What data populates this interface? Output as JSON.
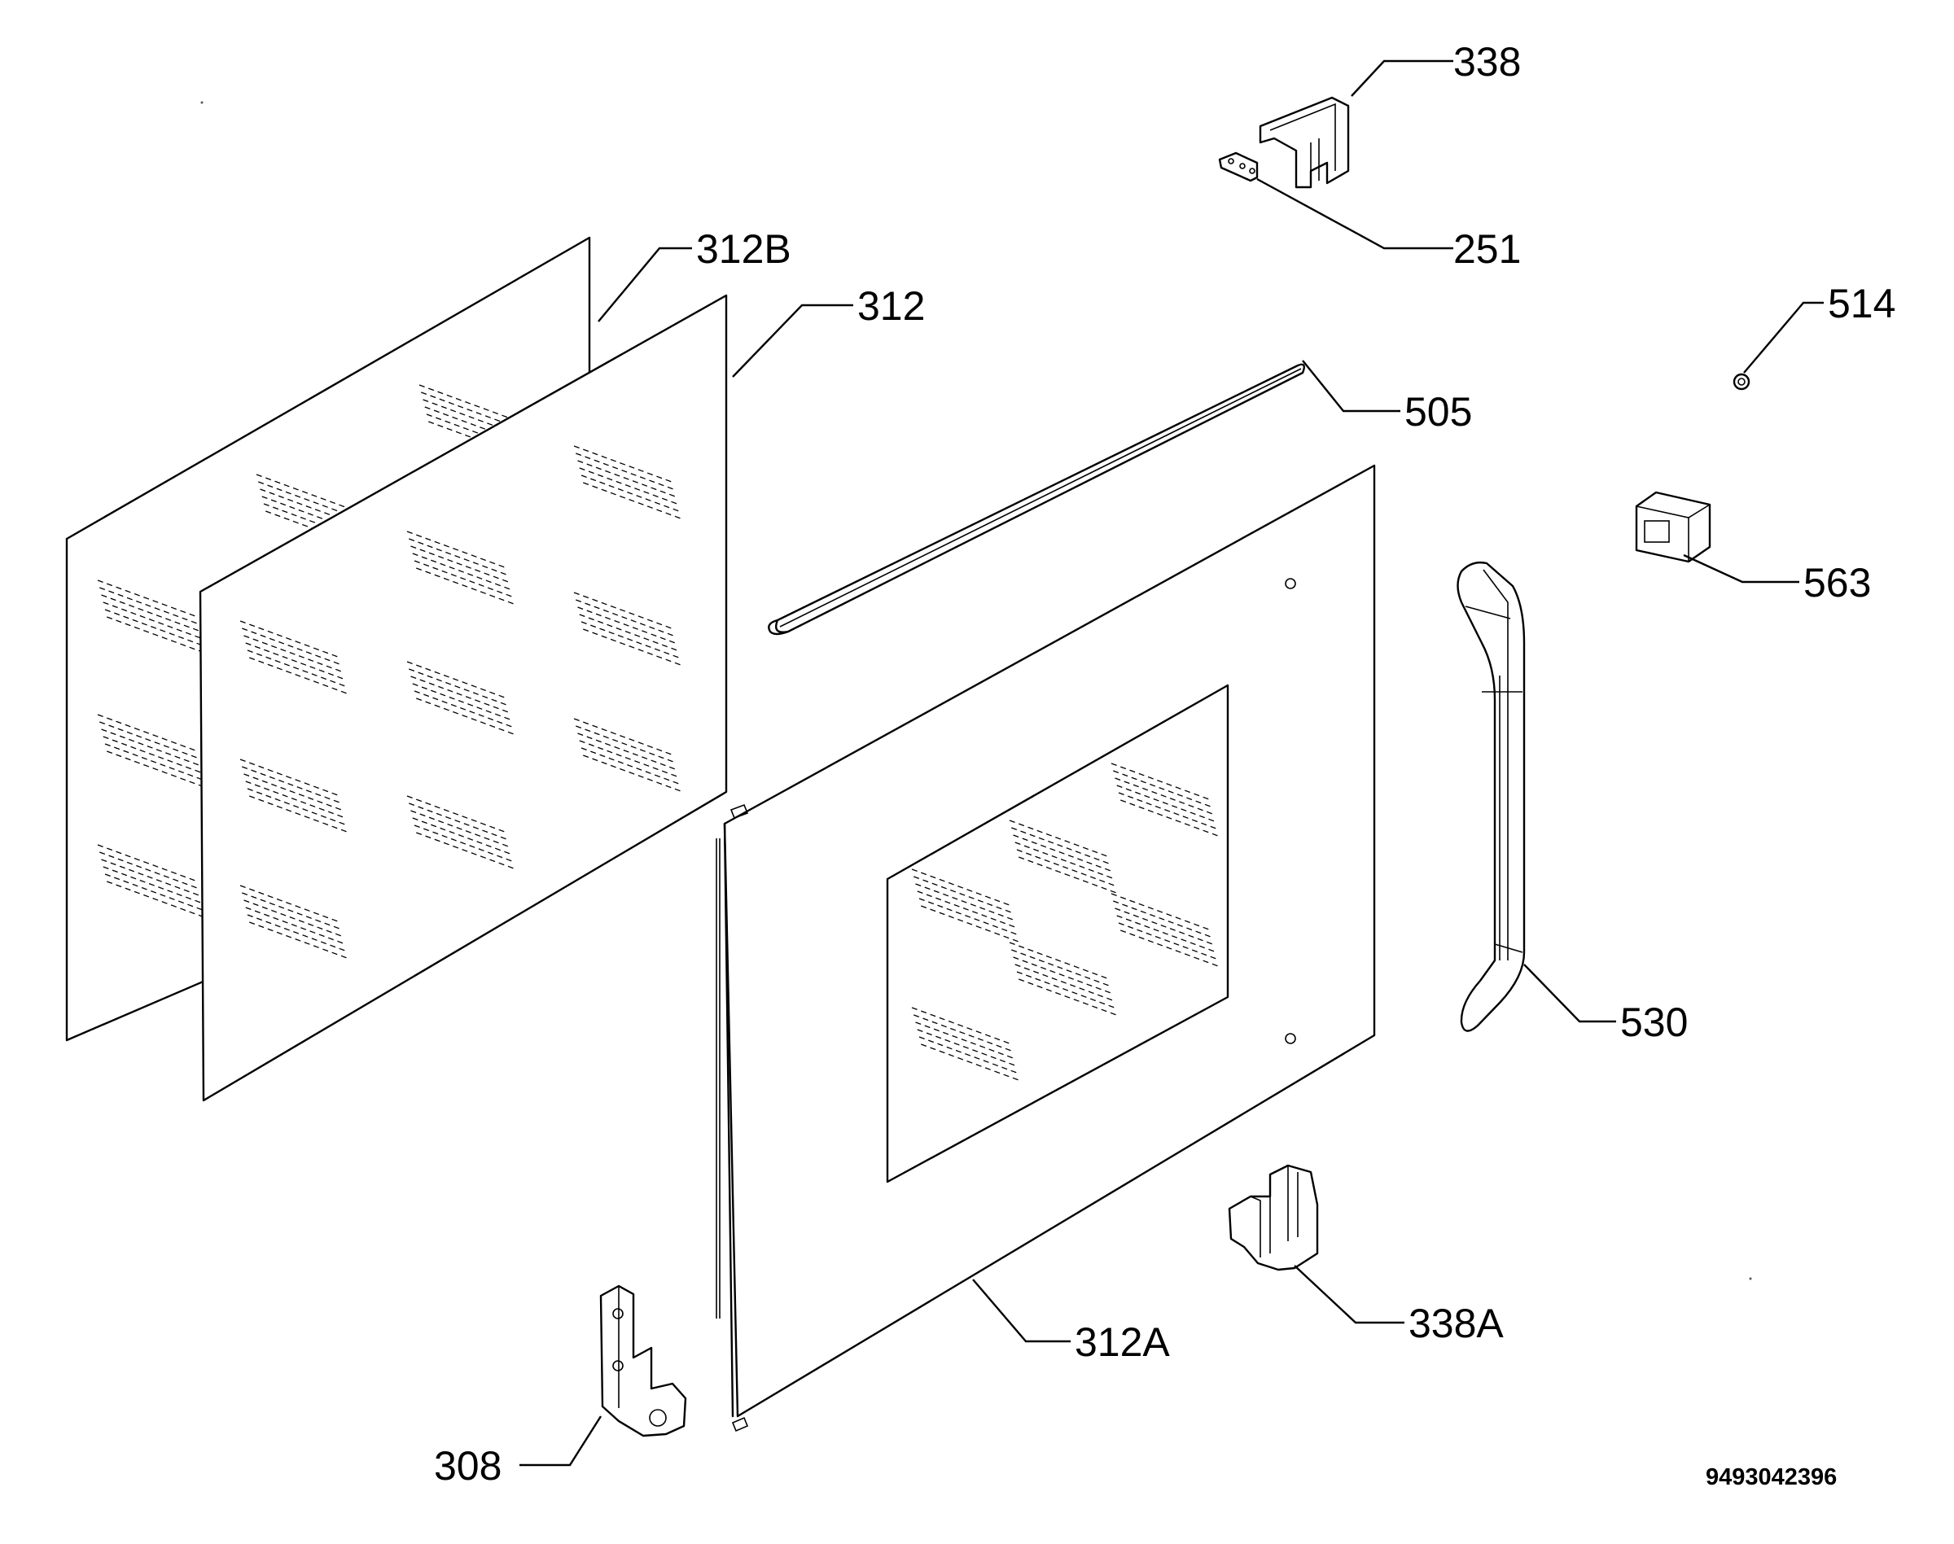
{
  "diagram": {
    "callouts": {
      "c338": "338",
      "c251": "251",
      "c312B": "312B",
      "c312": "312",
      "c514": "514",
      "c505": "505",
      "c563": "563",
      "c530": "530",
      "c338A": "338A",
      "c312A": "312A",
      "c308": "308"
    },
    "document_number": "9493042396"
  }
}
